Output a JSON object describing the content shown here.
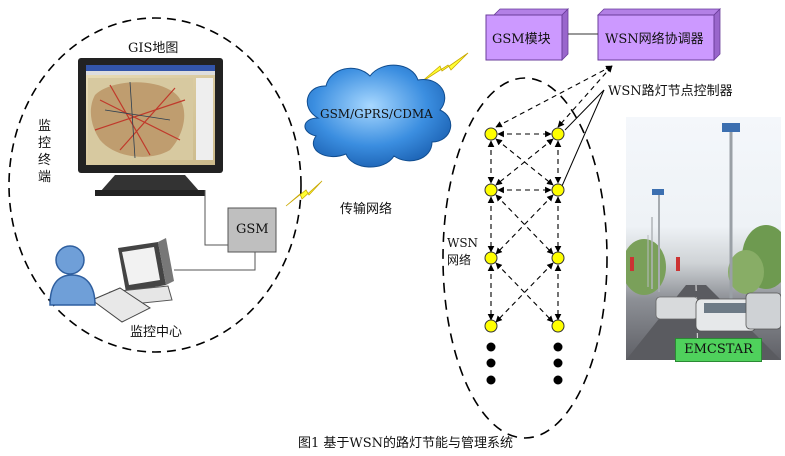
{
  "labels": {
    "gis_map": "GIS地图",
    "monitor_terminal": "监控终端",
    "monitor_center": "监控中心",
    "gsm_box": "GSM",
    "cloud": "GSM/GPRS/CDMA",
    "transmission_network": "传输网络",
    "gsm_module": "GSM模块",
    "wsn_coordinator": "WSN网络协调器",
    "wsn_node_controller": "WSN路灯节点控制器",
    "wsn_network_line1": "WSN",
    "wsn_network_line2": "网络",
    "photo_brand": "EMCSTAR",
    "caption": "图1 基于WSN的路灯节能与管理系统"
  },
  "colors": {
    "purple_box": "#cc99ff",
    "purple_side": "#9966cc",
    "cloud_fill": "#2a7fd4",
    "node_yellow": "#ffff00",
    "lightning": "#ffff00",
    "brand_green": "#4fd15c"
  }
}
